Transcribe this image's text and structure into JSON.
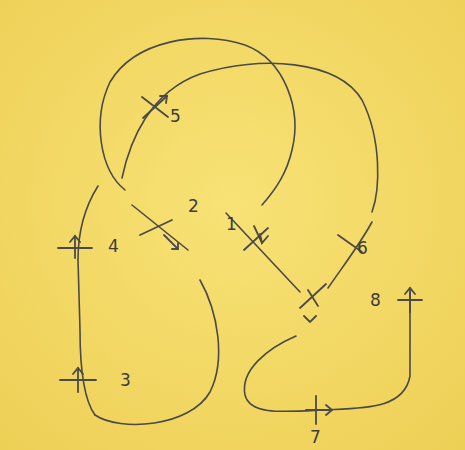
{
  "diagram": {
    "labels": [
      "5",
      "2",
      "1",
      "6",
      "4",
      "8",
      "3",
      "7"
    ]
  }
}
